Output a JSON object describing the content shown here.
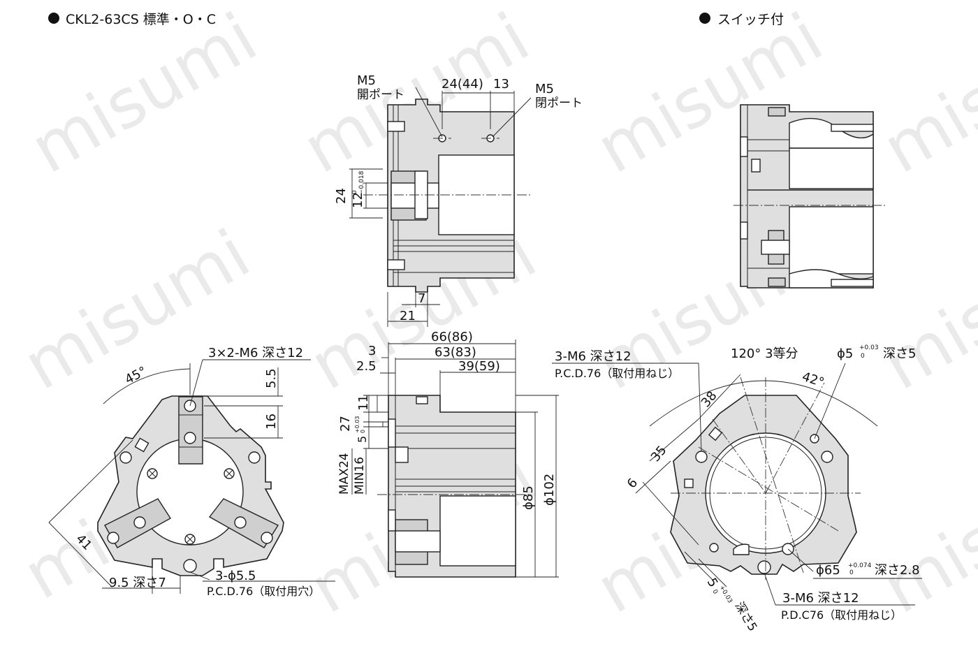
{
  "header": {
    "left_title": "CKL2-63CS 標準・O・C",
    "right_title": "スイッチ付"
  },
  "watermark": "misumi",
  "top_view": {
    "left_port": {
      "size": "M5",
      "name": "開ポート"
    },
    "right_port": {
      "size": "M5",
      "name": "閉ポート"
    },
    "dim_24_44": "24(44)",
    "dim_13": "13",
    "dim_24": "24",
    "dim_12": "12",
    "tol_12": [
      "0",
      "−0.018"
    ],
    "dim_7": "7",
    "dim_21": "21"
  },
  "front_view": {
    "label_3x2_m6": "3×2-M6 深さ12",
    "dim_5_5": "5.5",
    "dim_16": "16",
    "dim_45": "45°",
    "dim_41": "41",
    "label_9_5": "9.5 深さ7",
    "label_3_phi": "3-ϕ5.5",
    "label_pcd": "P.C.D.76（取付用穴）"
  },
  "side_view": {
    "dim_66_86": "66(86)",
    "dim_63_83": "63(83)",
    "dim_39_59": "39(59)",
    "dim_3": "3",
    "dim_2_5": "2.5",
    "dim_11": "11",
    "dim_27": "27",
    "dim_5": "5",
    "tol_5": [
      "+0.03",
      "0"
    ],
    "dim_max24": "MAX24",
    "dim_min16": "MIN16",
    "dim_phi85": "ϕ85",
    "dim_phi102": "ϕ102"
  },
  "rear_view": {
    "label_3_m6_top": "3-M6 深さ12",
    "label_pcd_top": "P.C.D.76（取付用ねじ）",
    "label_120": "120° 3等分",
    "label_phi5": "ϕ5",
    "tol_phi5": [
      "+0.03",
      "0"
    ],
    "label_phi5_depth": "深さ5",
    "dim_42": "42°",
    "dim_38": "38",
    "dim_35": "35",
    "dim_6": "6",
    "label_phi65": "ϕ65",
    "tol_phi65": [
      "+0.074",
      "0"
    ],
    "label_phi65_depth": "深さ2.8",
    "label_5": "5",
    "tol_5b": [
      "+0.03",
      "0"
    ],
    "label_5_depth": "深さ5",
    "label_3_m6_bottom": "3-M6 深さ12",
    "label_pcd_bottom": "P.D.C76（取付用ねじ）"
  }
}
